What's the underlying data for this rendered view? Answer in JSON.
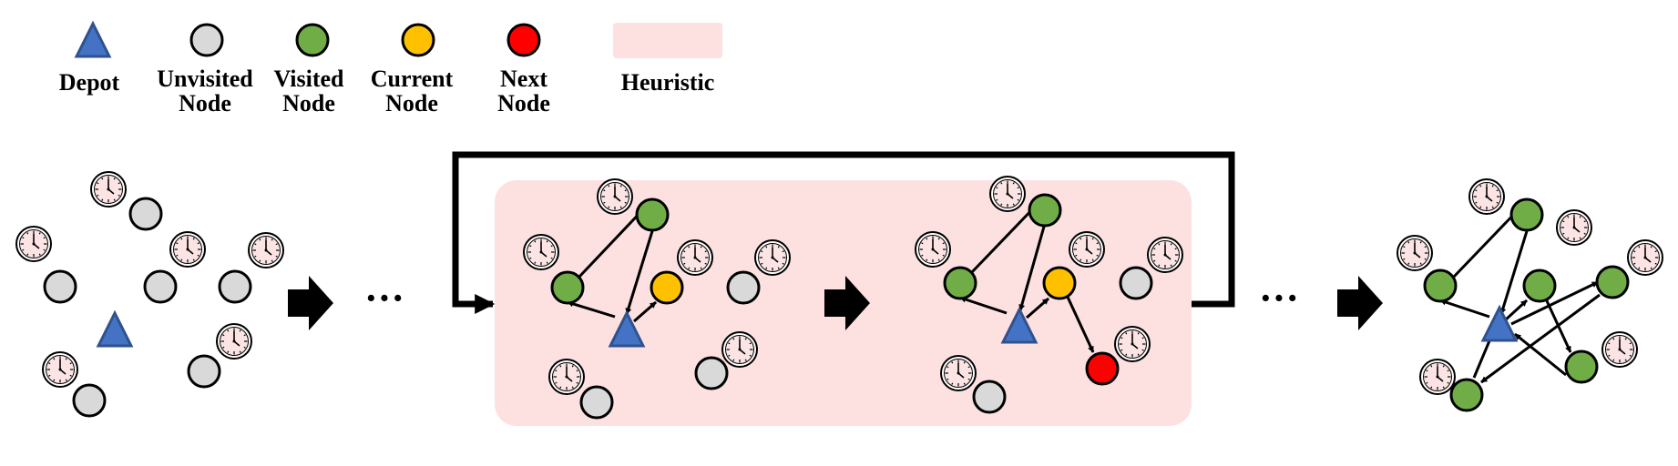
{
  "legend": {
    "depot": "Depot",
    "unvisited_line1": "Unvisited",
    "unvisited_line2": "Node",
    "visited_line1": "Visited",
    "visited_line2": "Node",
    "current_line1": "Current",
    "current_line2": "Node",
    "next_line1": "Next",
    "next_line2": "Node",
    "heuristic": "Heuristic"
  },
  "ellipsis": "···",
  "colors": {
    "depot": "#4472c4",
    "depot_stroke": "#2f528f",
    "unvisited": "#d9d9d9",
    "visited": "#70ad47",
    "current": "#ffc000",
    "next": "#ff0000",
    "heuristic_bg": "#fde0e0",
    "outline": "#000000"
  },
  "icons": {
    "depot": "triangle-icon",
    "node": "circle-icon",
    "time_window": "clock-icon",
    "step": "block-arrow-right-icon",
    "loop": "loop-arrow-icon"
  }
}
